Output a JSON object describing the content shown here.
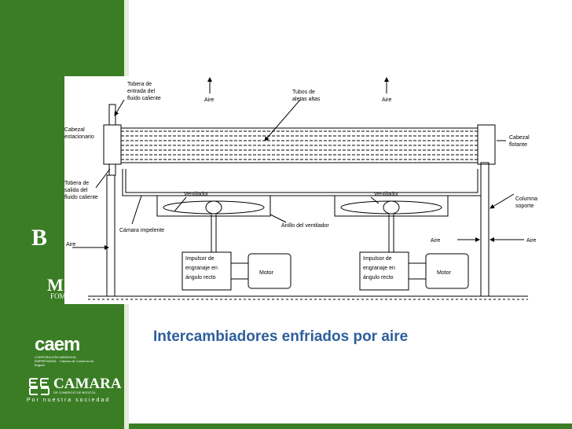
{
  "caption": "Intercambiadores enfriados por aire",
  "colors": {
    "sidebar": "#3a7d25",
    "caption": "#2e5f9c"
  },
  "sidebar": {
    "logo_b": "B",
    "logo_mf": "M",
    "logo_fom": "FOM",
    "caem": "caem",
    "caem_sub": "CORPORACIÓN AMBIENTAL EMPRESARIAL · Cámara de Comercio de Bogotá",
    "camara": "CAMARA",
    "camara_sub": "DE COMERCIO DE BOGOTA",
    "camara_tagline": "Por nuestra sociedad"
  },
  "diagram": {
    "labels": {
      "tobera_entrada": [
        "Tobera de",
        "entrada del",
        "fluido caliente"
      ],
      "aire_top_left": "Aire",
      "tubos": [
        "Tubos de",
        "aletas altas"
      ],
      "aire_top_right": "Aire",
      "cabezal_estacionario": [
        "Cabezal",
        "estacionario"
      ],
      "cabezal_flotante": [
        "Cabezal",
        "flotante"
      ],
      "tobera_salida": [
        "Tobera de",
        "salida del",
        "fluido caliente"
      ],
      "ventilador_left": "Ventilador",
      "ventilador_right": "Ventilador",
      "columna_soporte": [
        "Columna",
        "soporte"
      ],
      "camara_impelente": "Cámara impelente",
      "anillo_ventilador": "Anillo del ventilador",
      "aire_left": "Aire",
      "aire_mid": "Aire",
      "aire_right": "Aire",
      "impulsor_left": [
        "Impulsor de",
        "engranaje en",
        "ángulo recto"
      ],
      "impulsor_right": [
        "Impulsor de",
        "engranaje en",
        "ángulo recto"
      ],
      "motor_left": "Motor",
      "motor_right": "Motor"
    }
  }
}
